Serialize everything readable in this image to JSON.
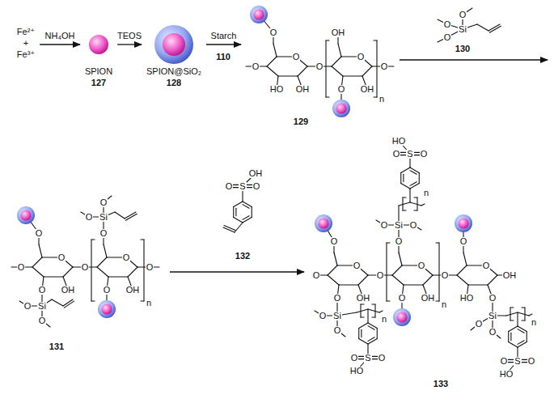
{
  "diagram": {
    "nodes": [
      {
        "text": [
          "Fe²⁺",
          "+",
          "Fe³⁺"
        ]
      },
      {
        "text": [
          "SPION",
          "127"
        ]
      },
      {
        "text": [
          "SPION@SiO₂",
          "128"
        ]
      },
      {
        "text": [
          "129"
        ]
      },
      {
        "text": [
          "131"
        ]
      },
      {
        "text": [
          "133"
        ]
      }
    ],
    "edges": [
      {
        "from": 0,
        "to": 1,
        "arrow": "to",
        "label": "NH₄OH"
      },
      {
        "from": 1,
        "to": 2,
        "arrow": "to",
        "label": "TEOS"
      },
      {
        "from": 2,
        "to": 3,
        "arrow": "to",
        "label": "Starch"
      },
      {
        "from": 4,
        "to": 5,
        "arrow": "to"
      }
    ],
    "labels": [
      "110",
      "Si",
      "O",
      "O",
      "O",
      "130",
      "O",
      "O",
      "O",
      "HO",
      "OH",
      "O",
      "OH",
      "O",
      "O",
      "OH",
      "O",
      "n",
      "O",
      "O",
      "O",
      "O",
      "OH",
      "O",
      "Si",
      "O",
      "O",
      "O",
      "O",
      "O",
      "OH",
      "O",
      "Si",
      "O",
      "O",
      "n",
      "S",
      "O",
      "O",
      "OH",
      "132",
      "O",
      "O",
      "O",
      "O",
      "OH",
      "O",
      "Si",
      "O",
      "O",
      "n",
      "S",
      "O",
      "O",
      "HO",
      "O",
      "O",
      "O",
      "OH",
      "O",
      "Si",
      "O",
      "O",
      "n",
      "S",
      "O",
      "O",
      "HO",
      "n",
      "O",
      "O",
      "HO",
      "O",
      "OH",
      "Si",
      "O",
      "O",
      "n",
      "S",
      "O",
      "O",
      "HO"
    ]
  }
}
